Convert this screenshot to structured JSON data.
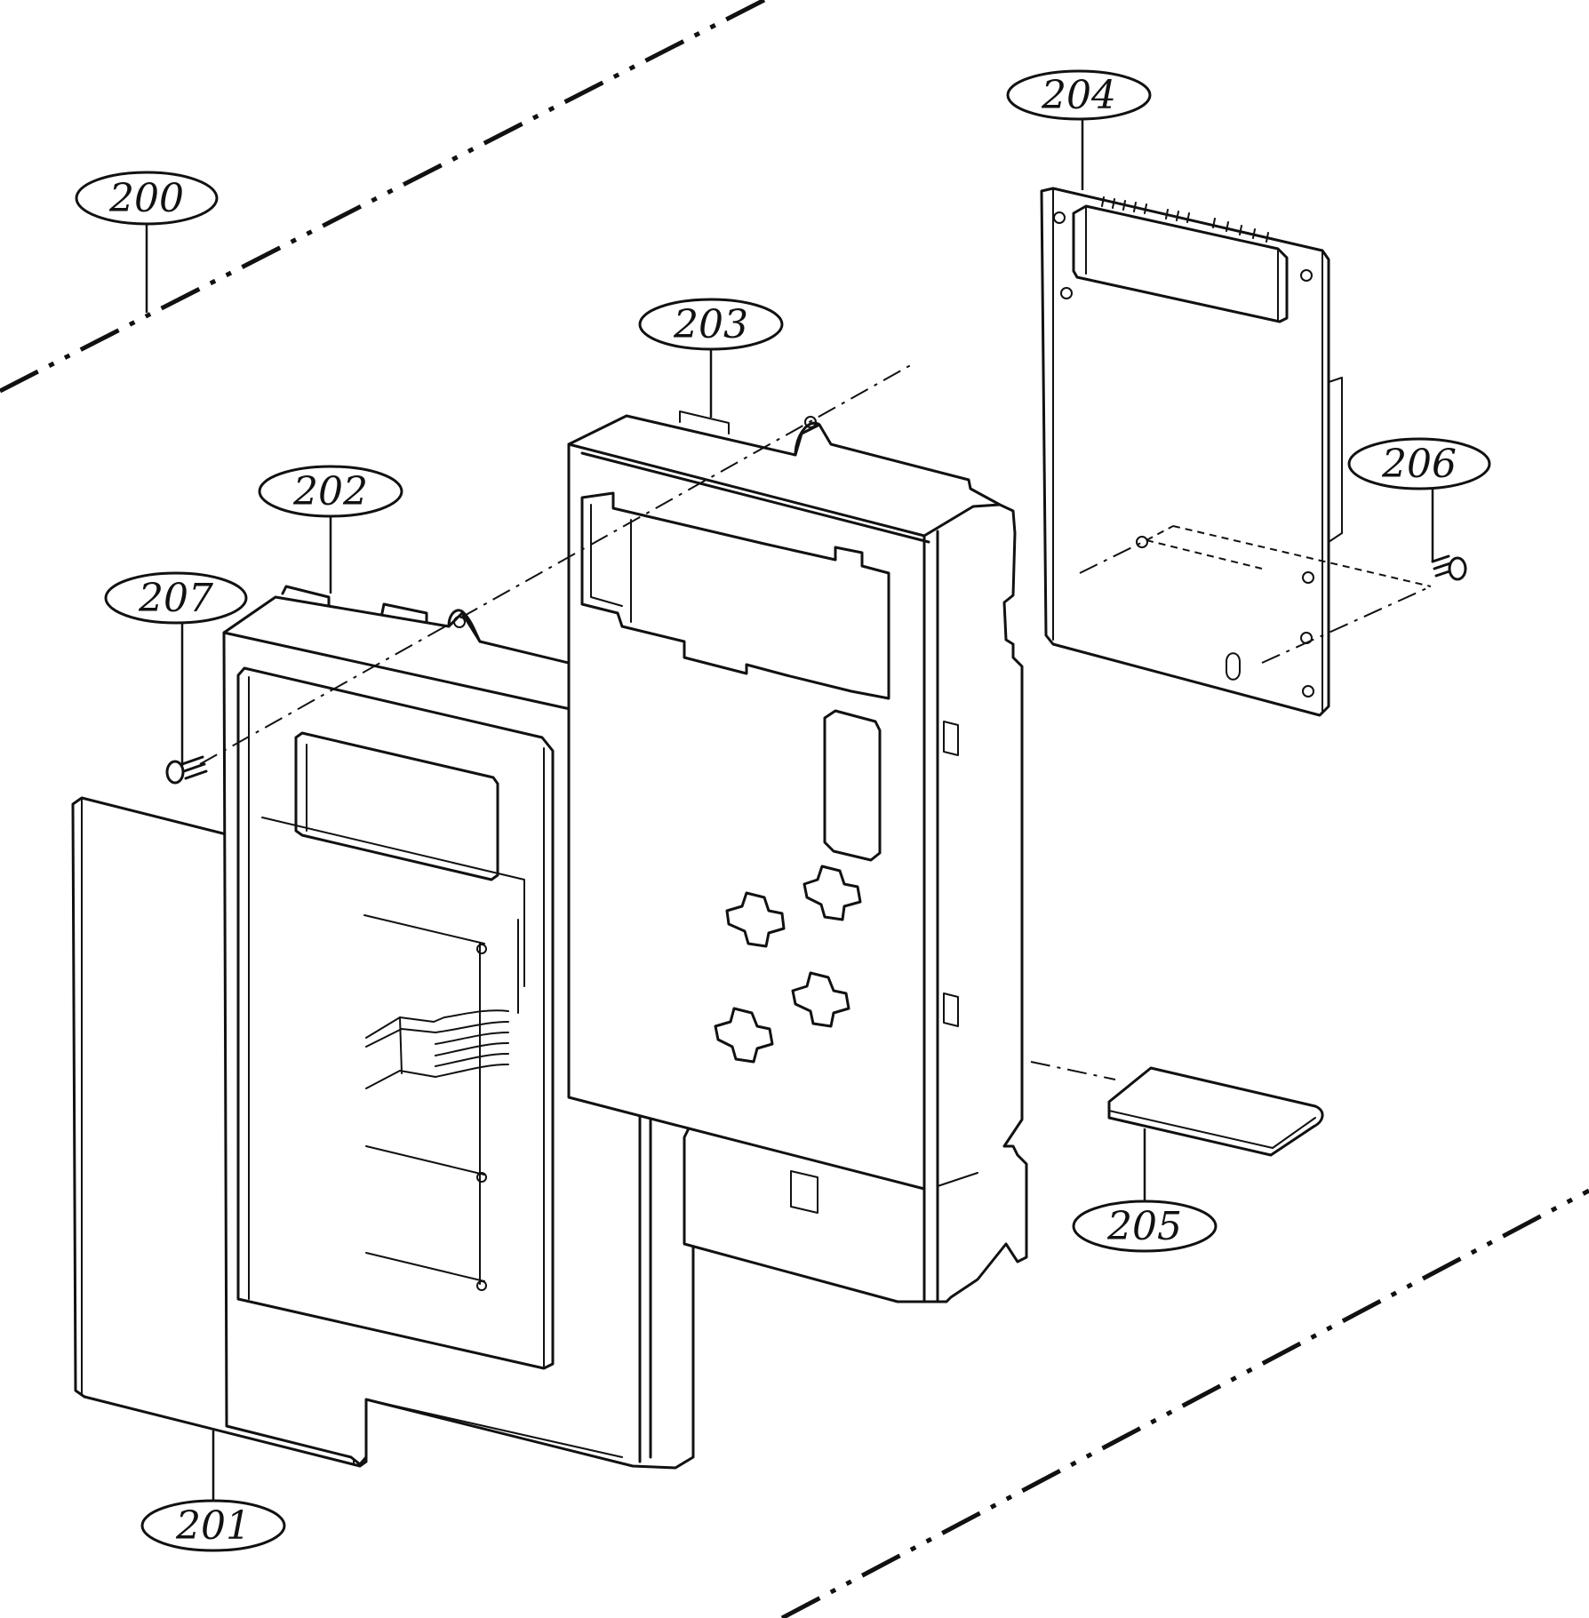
{
  "callouts": [
    {
      "id": "200",
      "label": "200"
    },
    {
      "id": "201",
      "label": "201"
    },
    {
      "id": "202",
      "label": "202"
    },
    {
      "id": "203",
      "label": "203"
    },
    {
      "id": "204",
      "label": "204"
    },
    {
      "id": "205",
      "label": "205"
    },
    {
      "id": "206",
      "label": "206"
    },
    {
      "id": "207",
      "label": "207"
    }
  ],
  "colors": {
    "ink": "#111111",
    "paper": "#ffffff"
  }
}
